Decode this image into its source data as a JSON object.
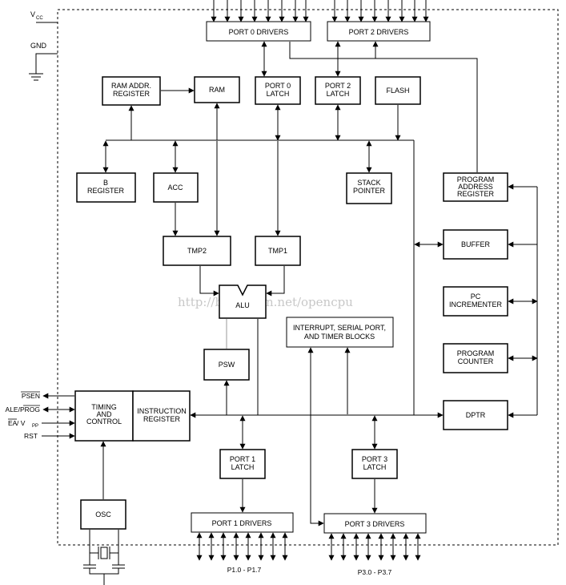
{
  "power": {
    "vcc": "V",
    "vcc_sub": "CC",
    "gnd": "GND"
  },
  "blocks": {
    "port0_drivers": "PORT 0  DRIVERS",
    "port2_drivers": "PORT 2  DRIVERS",
    "ram_addr_register": [
      "RAM  ADDR.",
      "REGISTER"
    ],
    "ram": "RAM",
    "port0_latch": [
      "PORT  0",
      "LATCH"
    ],
    "port2_latch": [
      "PORT  2",
      "LATCH"
    ],
    "flash": "FLASH",
    "b_register": [
      "B",
      "REGISTER"
    ],
    "acc": "ACC",
    "stack_pointer": [
      "STACK",
      "POINTER"
    ],
    "program_address_register": [
      "PROGRAM",
      "ADDRESS",
      "REGISTER"
    ],
    "tmp2": "TMP2",
    "tmp1": "TMP1",
    "buffer": "BUFFER",
    "alu": "ALU",
    "interrupt_blocks": [
      "INTERRUPT, SERIAL PORT,",
      "AND  TIMER BLOCKS"
    ],
    "pc_incrementer": [
      "PC",
      "INCREMENTER"
    ],
    "psw": "PSW",
    "program_counter": [
      "PROGRAM",
      "COUNTER"
    ],
    "timing_control": [
      "TIMING",
      "AND",
      "CONTROL"
    ],
    "instruction_register": [
      "INSTRUCTION",
      "REGISTER"
    ],
    "dptr": "DPTR",
    "port1_latch": [
      "PORT  1",
      "LATCH"
    ],
    "port3_latch": [
      "PORT  3",
      "LATCH"
    ],
    "osc": "OSC",
    "port1_drivers": "PORT  1  DRIVERS",
    "port3_drivers": "PORT  3  DRIVERS"
  },
  "pins": {
    "psen": "PSEN",
    "ale_prog": "ALE/PROG",
    "ea_vpp": {
      "ea": "EA",
      "sep": " / V",
      "sub": "PP"
    },
    "rst": "RST"
  },
  "port_labels": {
    "p1": "P1.0 - P1.7",
    "p3": "P3.0 - P3.7"
  },
  "watermark": "http://blog.csdn.net/opencpu"
}
